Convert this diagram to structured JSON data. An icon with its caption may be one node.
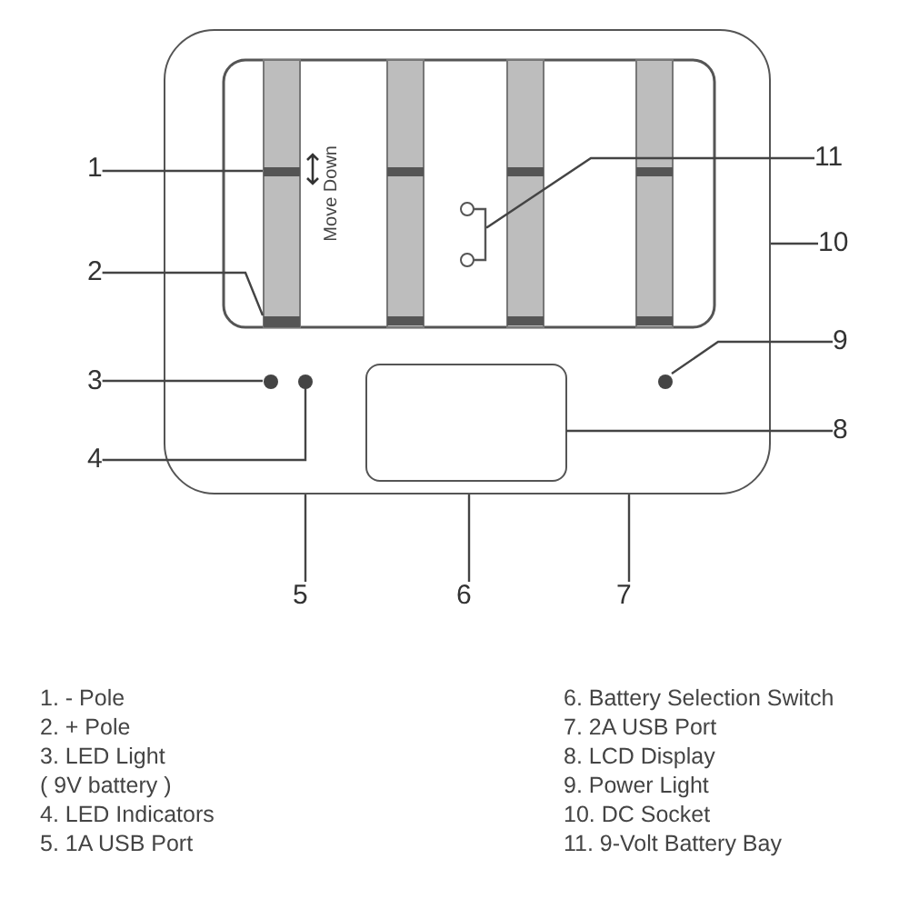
{
  "diagram": {
    "nodes": [
      {
        "text": [],
        "shape": "box"
      },
      {
        "text": [],
        "shape": "box",
        "in": 0
      },
      {
        "text": [],
        "shape": "bar",
        "in": 0
      },
      {
        "text": [],
        "shape": "bar",
        "in": 0
      },
      {
        "text": [],
        "shape": "circle",
        "in": 0
      },
      {
        "text": [],
        "shape": "circle",
        "in": 0
      },
      {
        "text": [],
        "shape": "circle",
        "in": 0
      },
      {
        "text": [],
        "shape": "circle",
        "in": 0
      },
      {
        "text": [
          "1"
        ]
      },
      {
        "text": [
          "2"
        ]
      },
      {
        "text": [
          "3"
        ]
      },
      {
        "text": [
          "4"
        ]
      },
      {
        "text": [
          "5"
        ]
      },
      {
        "text": [
          "6"
        ]
      },
      {
        "text": [
          "7"
        ]
      },
      {
        "text": [
          "8"
        ]
      },
      {
        "text": [
          "9"
        ]
      },
      {
        "text": [
          "10"
        ]
      },
      {
        "text": [
          "11"
        ]
      }
    ],
    "edges": [
      {
        "from": 8,
        "to": 2,
        "arrow": "none"
      },
      {
        "from": 9,
        "to": 3,
        "arrow": "none"
      },
      {
        "from": 10,
        "to": 4,
        "arrow": "none"
      },
      {
        "from": 11,
        "to": 5,
        "arrow": "none"
      },
      {
        "from": 12,
        "to": 0,
        "arrow": "none"
      },
      {
        "from": 13,
        "to": 0,
        "arrow": "none"
      },
      {
        "from": 14,
        "to": 0,
        "arrow": "none"
      },
      {
        "from": 15,
        "to": 1,
        "arrow": "none"
      },
      {
        "from": 16,
        "to": 6,
        "arrow": "none"
      },
      {
        "from": 17,
        "to": 0,
        "arrow": "none"
      },
      {
        "from": 18,
        "to": 7,
        "arrow": "none"
      }
    ],
    "labels": [
      "Move Down",
      "1. - Pole",
      "2. + Pole",
      "3. LED Light ( 9V battery )",
      "4. LED Indicators",
      "5. 1A USB Port",
      "6. Battery Selection Switch",
      "7. 2A USB Port",
      "8. LCD Display",
      "9. Power Light",
      "10. DC Socket",
      "11. 9-Volt Battery Bay"
    ]
  }
}
